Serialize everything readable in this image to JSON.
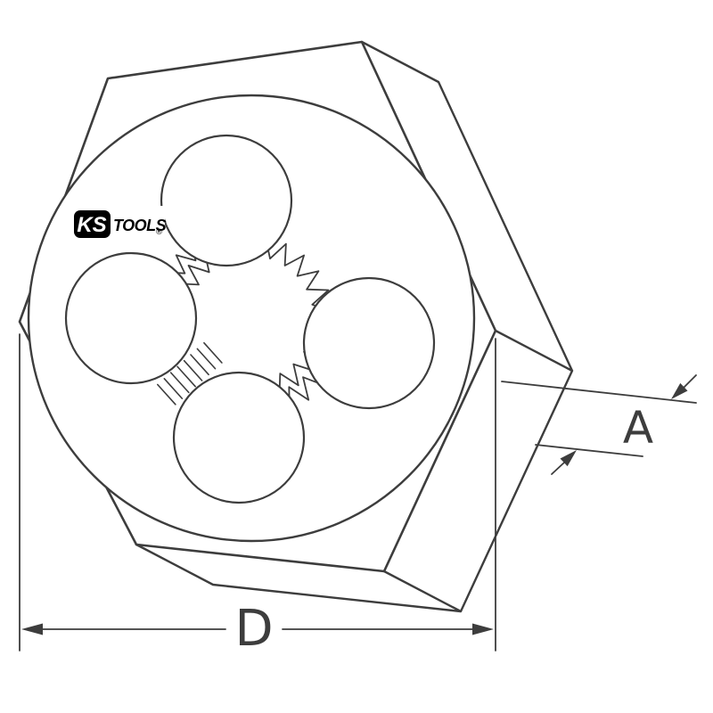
{
  "logo": {
    "ks": "KS",
    "tools": "TOOLS",
    "registered_mark": "®"
  },
  "dimensions": {
    "diameter_label": "D",
    "thickness_label": "A"
  },
  "colors": {
    "line": "#3d3d3d",
    "dimension": "#3d3d3d",
    "logo_bg": "#000000",
    "logo_fg": "#ffffff",
    "background": "#ffffff"
  }
}
